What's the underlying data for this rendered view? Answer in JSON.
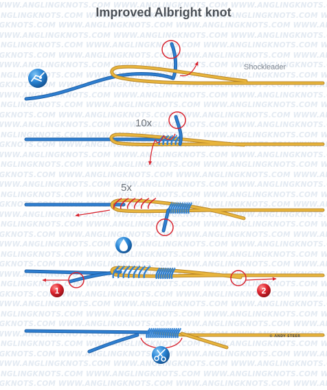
{
  "title": "Improved Albright knot",
  "watermark_text": "WWW.ANGLINGKNOTS.COM",
  "labels": {
    "shockleader": "Shockleader",
    "wraps_step2": "10x",
    "wraps_step3": "5x",
    "marker_1": "1",
    "marker_2": "2",
    "copyright": "© ANDY STEER"
  },
  "colors": {
    "blue_line": "#2e7fd1",
    "blue_line_dark": "#1f5fa4",
    "yellow_line": "#e8b53c",
    "yellow_line_dark": "#b8862a",
    "red_marker": "#d9232e",
    "title_text": "#4a4f56",
    "watermark_text": "#e3eaf2"
  },
  "icons": {
    "step1": "fly-icon",
    "step3": "water-drop-icon",
    "step5": "scissors-icon"
  }
}
